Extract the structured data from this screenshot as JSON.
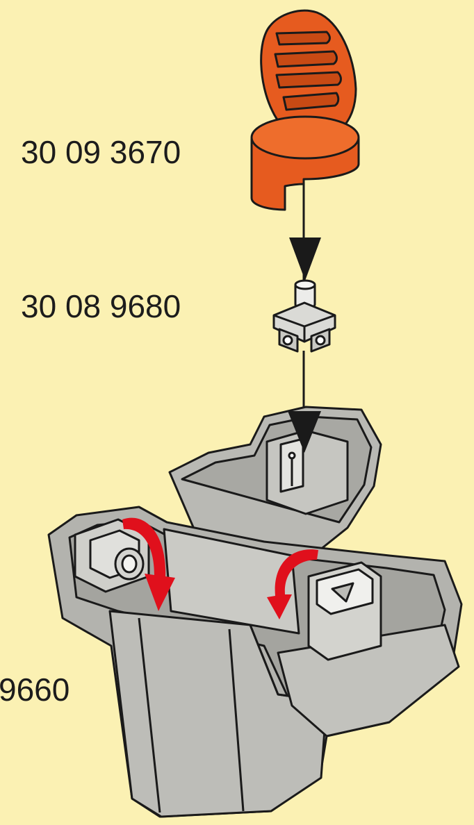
{
  "background_color": "#fbf1b3",
  "colors": {
    "cap": "#e65b1f",
    "housing": "#b3b3ae",
    "swivel_arrow": "#e0101c",
    "outline": "#1a1a1a"
  },
  "parts": [
    {
      "id": "cap",
      "label": "30 09 3670",
      "icon": "grip-cap-icon"
    },
    {
      "id": "connector",
      "label": "30 08 9680",
      "icon": "swivel-connector-icon"
    },
    {
      "id": "housing",
      "label": "9660",
      "icon": "base-housing-icon"
    }
  ]
}
